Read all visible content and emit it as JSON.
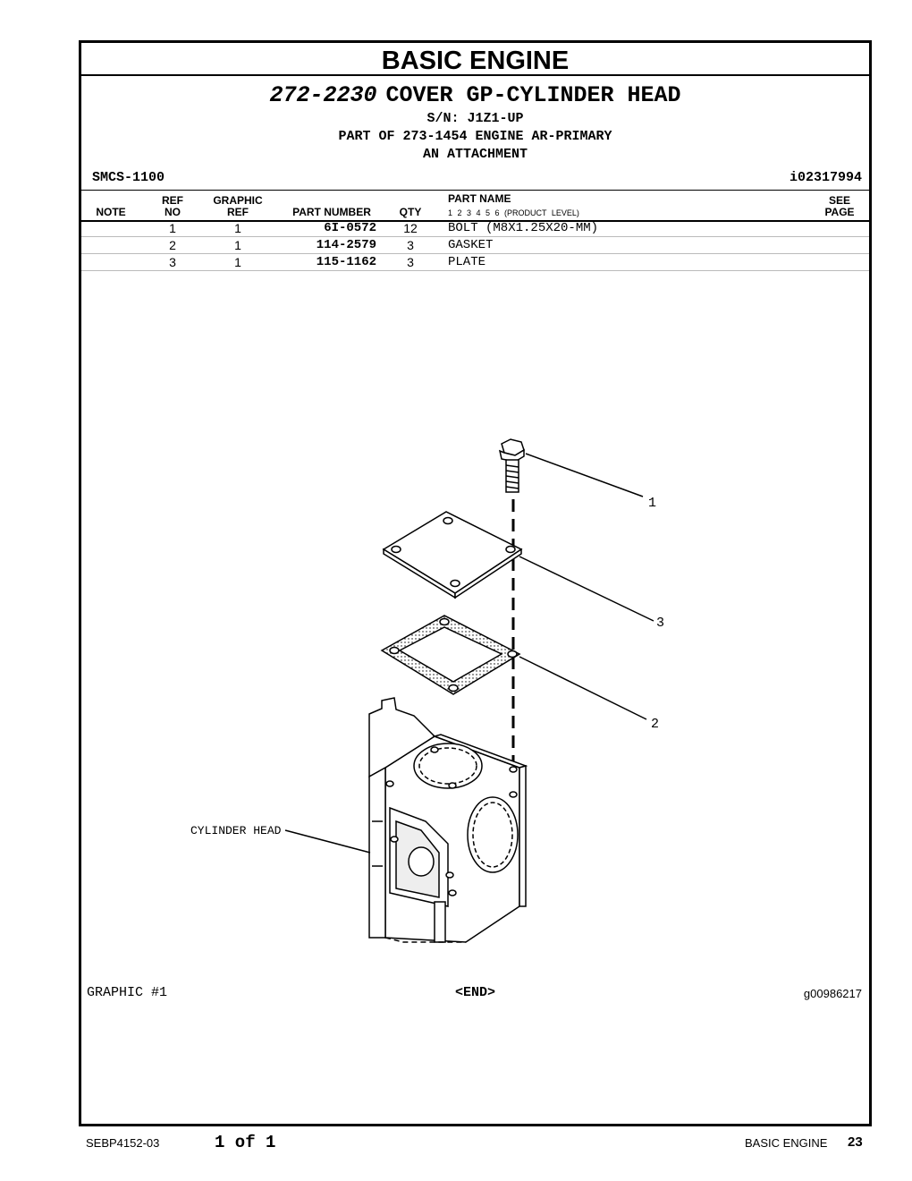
{
  "section_title": "BASIC ENGINE",
  "group": {
    "number": "272-2230",
    "name": "COVER GP-CYLINDER HEAD",
    "serial": "S/N: J1Z1-UP",
    "part_of": "PART OF 273-1454 ENGINE AR-PRIMARY",
    "attachment": "AN ATTACHMENT"
  },
  "smcs": "SMCS-1100",
  "illustration_id": "i02317994",
  "table": {
    "headers": {
      "note": "NOTE",
      "ref_no_1": "REF",
      "ref_no_2": "NO",
      "graphic_ref_1": "GRAPHIC",
      "graphic_ref_2": "REF",
      "part_number": "PART NUMBER",
      "qty": "QTY",
      "part_name": "PART NAME",
      "levels": "1 2 3 4 5 6 (PRODUCT LEVEL)",
      "see_page_1": "SEE",
      "see_page_2": "PAGE"
    },
    "rows": [
      {
        "ref_no": "1",
        "graphic_ref": "1",
        "part_number": "6I-0572",
        "qty": "12",
        "part_name": "BOLT (M8X1.25X20-MM)"
      },
      {
        "ref_no": "2",
        "graphic_ref": "1",
        "part_number": "114-2579",
        "qty": "3",
        "part_name": "GASKET"
      },
      {
        "ref_no": "3",
        "graphic_ref": "1",
        "part_number": "115-1162",
        "qty": "3",
        "part_name": "PLATE"
      }
    ]
  },
  "illustration": {
    "callouts": [
      "1",
      "3",
      "2"
    ],
    "cylinder_head_label": "CYLINDER HEAD"
  },
  "graphic_label": "GRAPHIC #1",
  "end_mark": "<END>",
  "graphic_id": "g00986217",
  "footer": {
    "doc_number": "SEBP4152-03",
    "page_of": "1 of 1",
    "section": "BASIC ENGINE",
    "page_number": "23"
  }
}
